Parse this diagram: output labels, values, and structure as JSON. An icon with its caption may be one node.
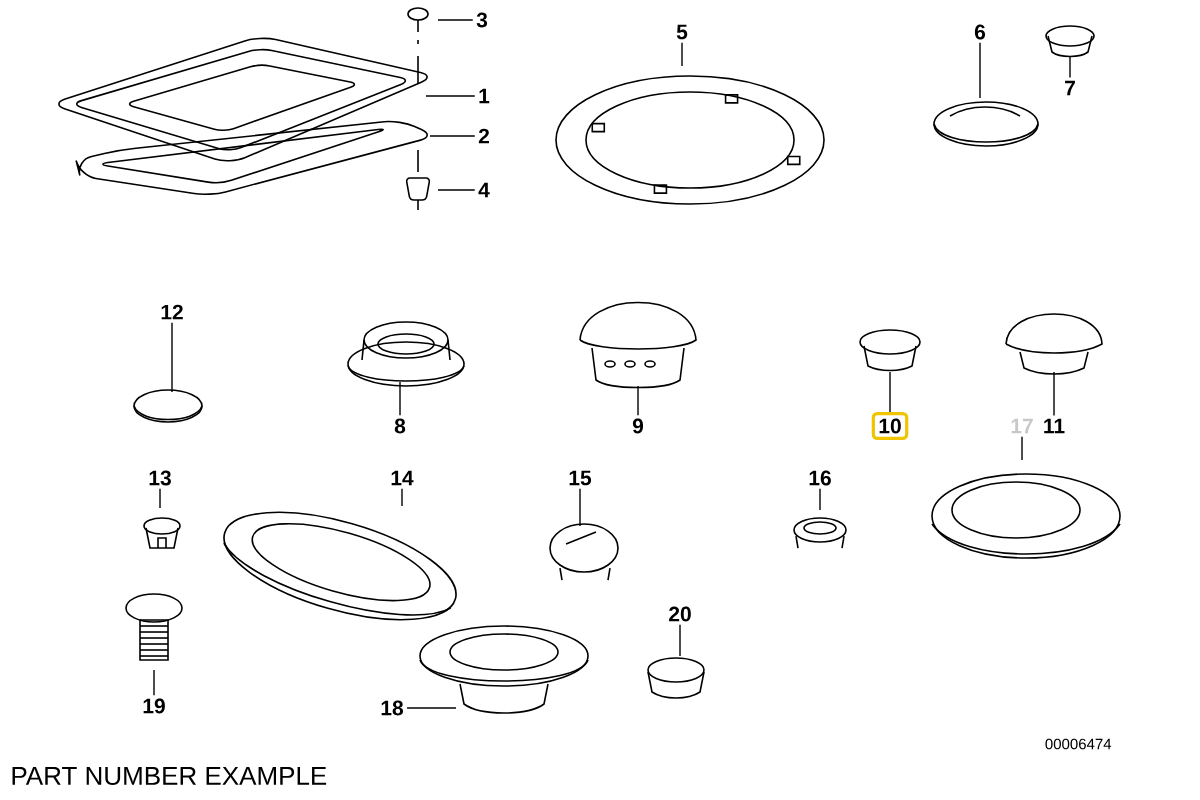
{
  "diagram": {
    "caption": "PART NUMBER EXAMPLE",
    "nodes": [
      {
        "text": [
          "3"
        ]
      },
      {
        "text": [
          "5"
        ]
      },
      {
        "text": [
          "6"
        ]
      },
      {
        "text": [
          "7"
        ]
      },
      {
        "text": [
          "1"
        ]
      },
      {
        "text": [
          "2"
        ]
      },
      {
        "text": [
          "4"
        ]
      },
      {
        "text": [
          "12"
        ]
      },
      {
        "text": [
          "8"
        ]
      },
      {
        "text": [
          "9"
        ]
      },
      {
        "text": [
          "10"
        ]
      },
      {
        "text": [
          "17"
        ]
      },
      {
        "text": [
          "11"
        ]
      },
      {
        "text": [
          "13"
        ]
      },
      {
        "text": [
          "14"
        ]
      },
      {
        "text": [
          "15"
        ]
      },
      {
        "text": [
          "16"
        ]
      },
      {
        "text": [
          "20"
        ]
      },
      {
        "text": [
          "19"
        ]
      },
      {
        "text": [
          "18"
        ]
      }
    ],
    "edges": [
      {
        "from": 0,
        "to": null,
        "arrow": "none"
      },
      {
        "from": 1,
        "to": null,
        "arrow": "none"
      },
      {
        "from": 2,
        "to": null,
        "arrow": "none"
      },
      {
        "from": 3,
        "to": null,
        "arrow": "none"
      },
      {
        "from": 4,
        "to": null,
        "arrow": "none"
      },
      {
        "from": 5,
        "to": null,
        "arrow": "none"
      },
      {
        "from": 6,
        "to": null,
        "arrow": "none"
      },
      {
        "from": 7,
        "to": null,
        "arrow": "none"
      },
      {
        "from": 8,
        "to": null,
        "arrow": "none"
      },
      {
        "from": 9,
        "to": null,
        "arrow": "none"
      },
      {
        "from": 10,
        "to": null,
        "arrow": "none"
      },
      {
        "from": 11,
        "to": null,
        "arrow": "none"
      },
      {
        "from": 12,
        "to": null,
        "arrow": "none"
      },
      {
        "from": 13,
        "to": null,
        "arrow": "none"
      },
      {
        "from": 14,
        "to": null,
        "arrow": "none"
      },
      {
        "from": 15,
        "to": null,
        "arrow": "none"
      },
      {
        "from": 16,
        "to": null,
        "arrow": "none"
      },
      {
        "from": 17,
        "to": null,
        "arrow": "none"
      },
      {
        "from": 18,
        "to": null,
        "arrow": "none"
      },
      {
        "from": 19,
        "to": null,
        "arrow": "none"
      }
    ],
    "labels": [
      "00006474"
    ]
  }
}
